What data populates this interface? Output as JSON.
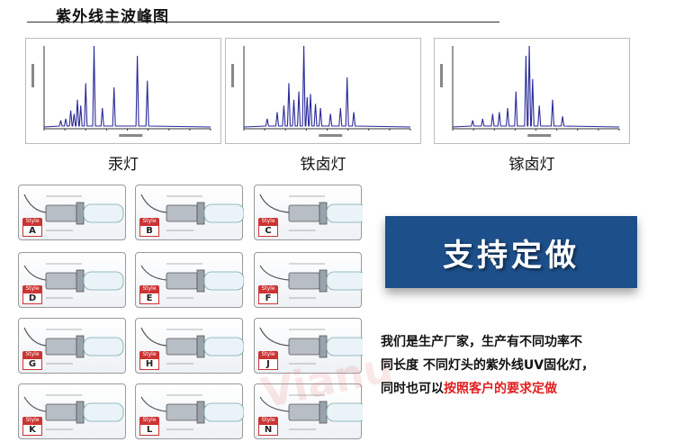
{
  "header": {
    "title": "紫外线主波峰图"
  },
  "spectra": [
    {
      "label": "汞灯",
      "peaks": [
        [
          0.1,
          0.1
        ],
        [
          0.13,
          0.12
        ],
        [
          0.16,
          0.22
        ],
        [
          0.18,
          0.18
        ],
        [
          0.2,
          0.35
        ],
        [
          0.22,
          0.28
        ],
        [
          0.25,
          0.55
        ],
        [
          0.3,
          1.0
        ],
        [
          0.35,
          0.25
        ],
        [
          0.42,
          0.5
        ],
        [
          0.56,
          0.88
        ],
        [
          0.62,
          0.58
        ]
      ]
    },
    {
      "label": "铁卤灯",
      "peaks": [
        [
          0.14,
          0.12
        ],
        [
          0.2,
          0.2
        ],
        [
          0.24,
          0.28
        ],
        [
          0.27,
          0.55
        ],
        [
          0.3,
          0.35
        ],
        [
          0.33,
          0.45
        ],
        [
          0.36,
          1.0
        ],
        [
          0.38,
          0.38
        ],
        [
          0.4,
          0.42
        ],
        [
          0.43,
          0.3
        ],
        [
          0.46,
          0.25
        ],
        [
          0.52,
          0.18
        ],
        [
          0.58,
          0.25
        ],
        [
          0.62,
          0.62
        ],
        [
          0.66,
          0.2
        ]
      ]
    },
    {
      "label": "镓卤灯",
      "peaks": [
        [
          0.12,
          0.1
        ],
        [
          0.18,
          0.12
        ],
        [
          0.24,
          0.18
        ],
        [
          0.28,
          0.2
        ],
        [
          0.33,
          0.25
        ],
        [
          0.38,
          0.45
        ],
        [
          0.44,
          0.88
        ],
        [
          0.46,
          1.0
        ],
        [
          0.48,
          0.6
        ],
        [
          0.52,
          0.28
        ],
        [
          0.6,
          0.35
        ],
        [
          0.66,
          0.15
        ]
      ]
    }
  ],
  "styles": [
    "A",
    "B",
    "C",
    "D",
    "E",
    "F",
    "G",
    "H",
    "J",
    "K",
    "L",
    "N"
  ],
  "style_tag": "Style",
  "banner": {
    "text": "支持定做"
  },
  "description": {
    "line1": "我们是生产厂家，生产有不同功率不",
    "line2": "同长度 不同灯头的紫外线UV固化灯，",
    "line3_prefix": "同时也可以",
    "line3_highlight": "按照客户的要求定做"
  },
  "watermark": "Vianu",
  "colors": {
    "accent": "#1d4f8a",
    "highlight": "#e02020",
    "spectrum": "#2a2a9a"
  }
}
